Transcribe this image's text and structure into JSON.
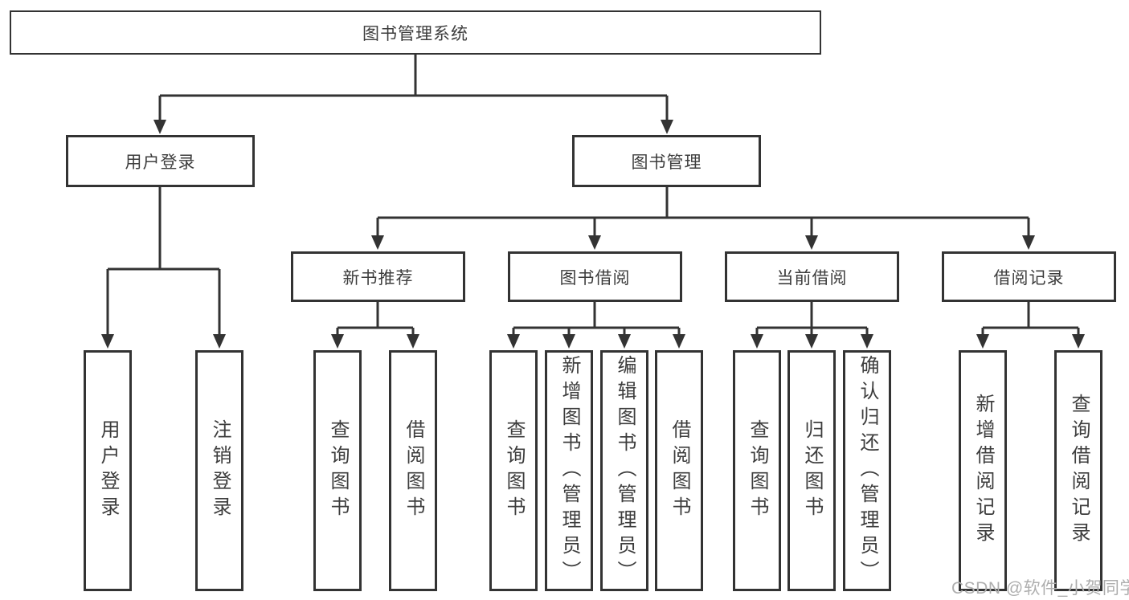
{
  "diagram_type": "hierarchy-tree",
  "colors": {
    "line": "#333333",
    "text": "#3d3d3d",
    "watermark": "#aeaeae",
    "bg": "#ffffff"
  },
  "watermark": {
    "text": "CSDN @软件_小贺同学"
  },
  "tree": {
    "root": "图书管理系统",
    "branches": [
      {
        "label": "用户登录",
        "leaves": [
          "用户登录",
          "注销登录"
        ]
      },
      {
        "label": "图书管理",
        "sections": [
          {
            "label": "新书推荐",
            "leaves": [
              "查询图书",
              "借阅图书"
            ]
          },
          {
            "label": "图书借阅",
            "leaves": [
              "查询图书",
              "新增图书（管理员）",
              "编辑图书（管理员）",
              "借阅图书"
            ]
          },
          {
            "label": "当前借阅",
            "leaves": [
              "查询图书",
              "归还图书",
              "确认归还（管理员）"
            ]
          },
          {
            "label": "借阅记录",
            "leaves": [
              "新增借阅记录",
              "查询借阅记录"
            ]
          }
        ]
      }
    ]
  }
}
